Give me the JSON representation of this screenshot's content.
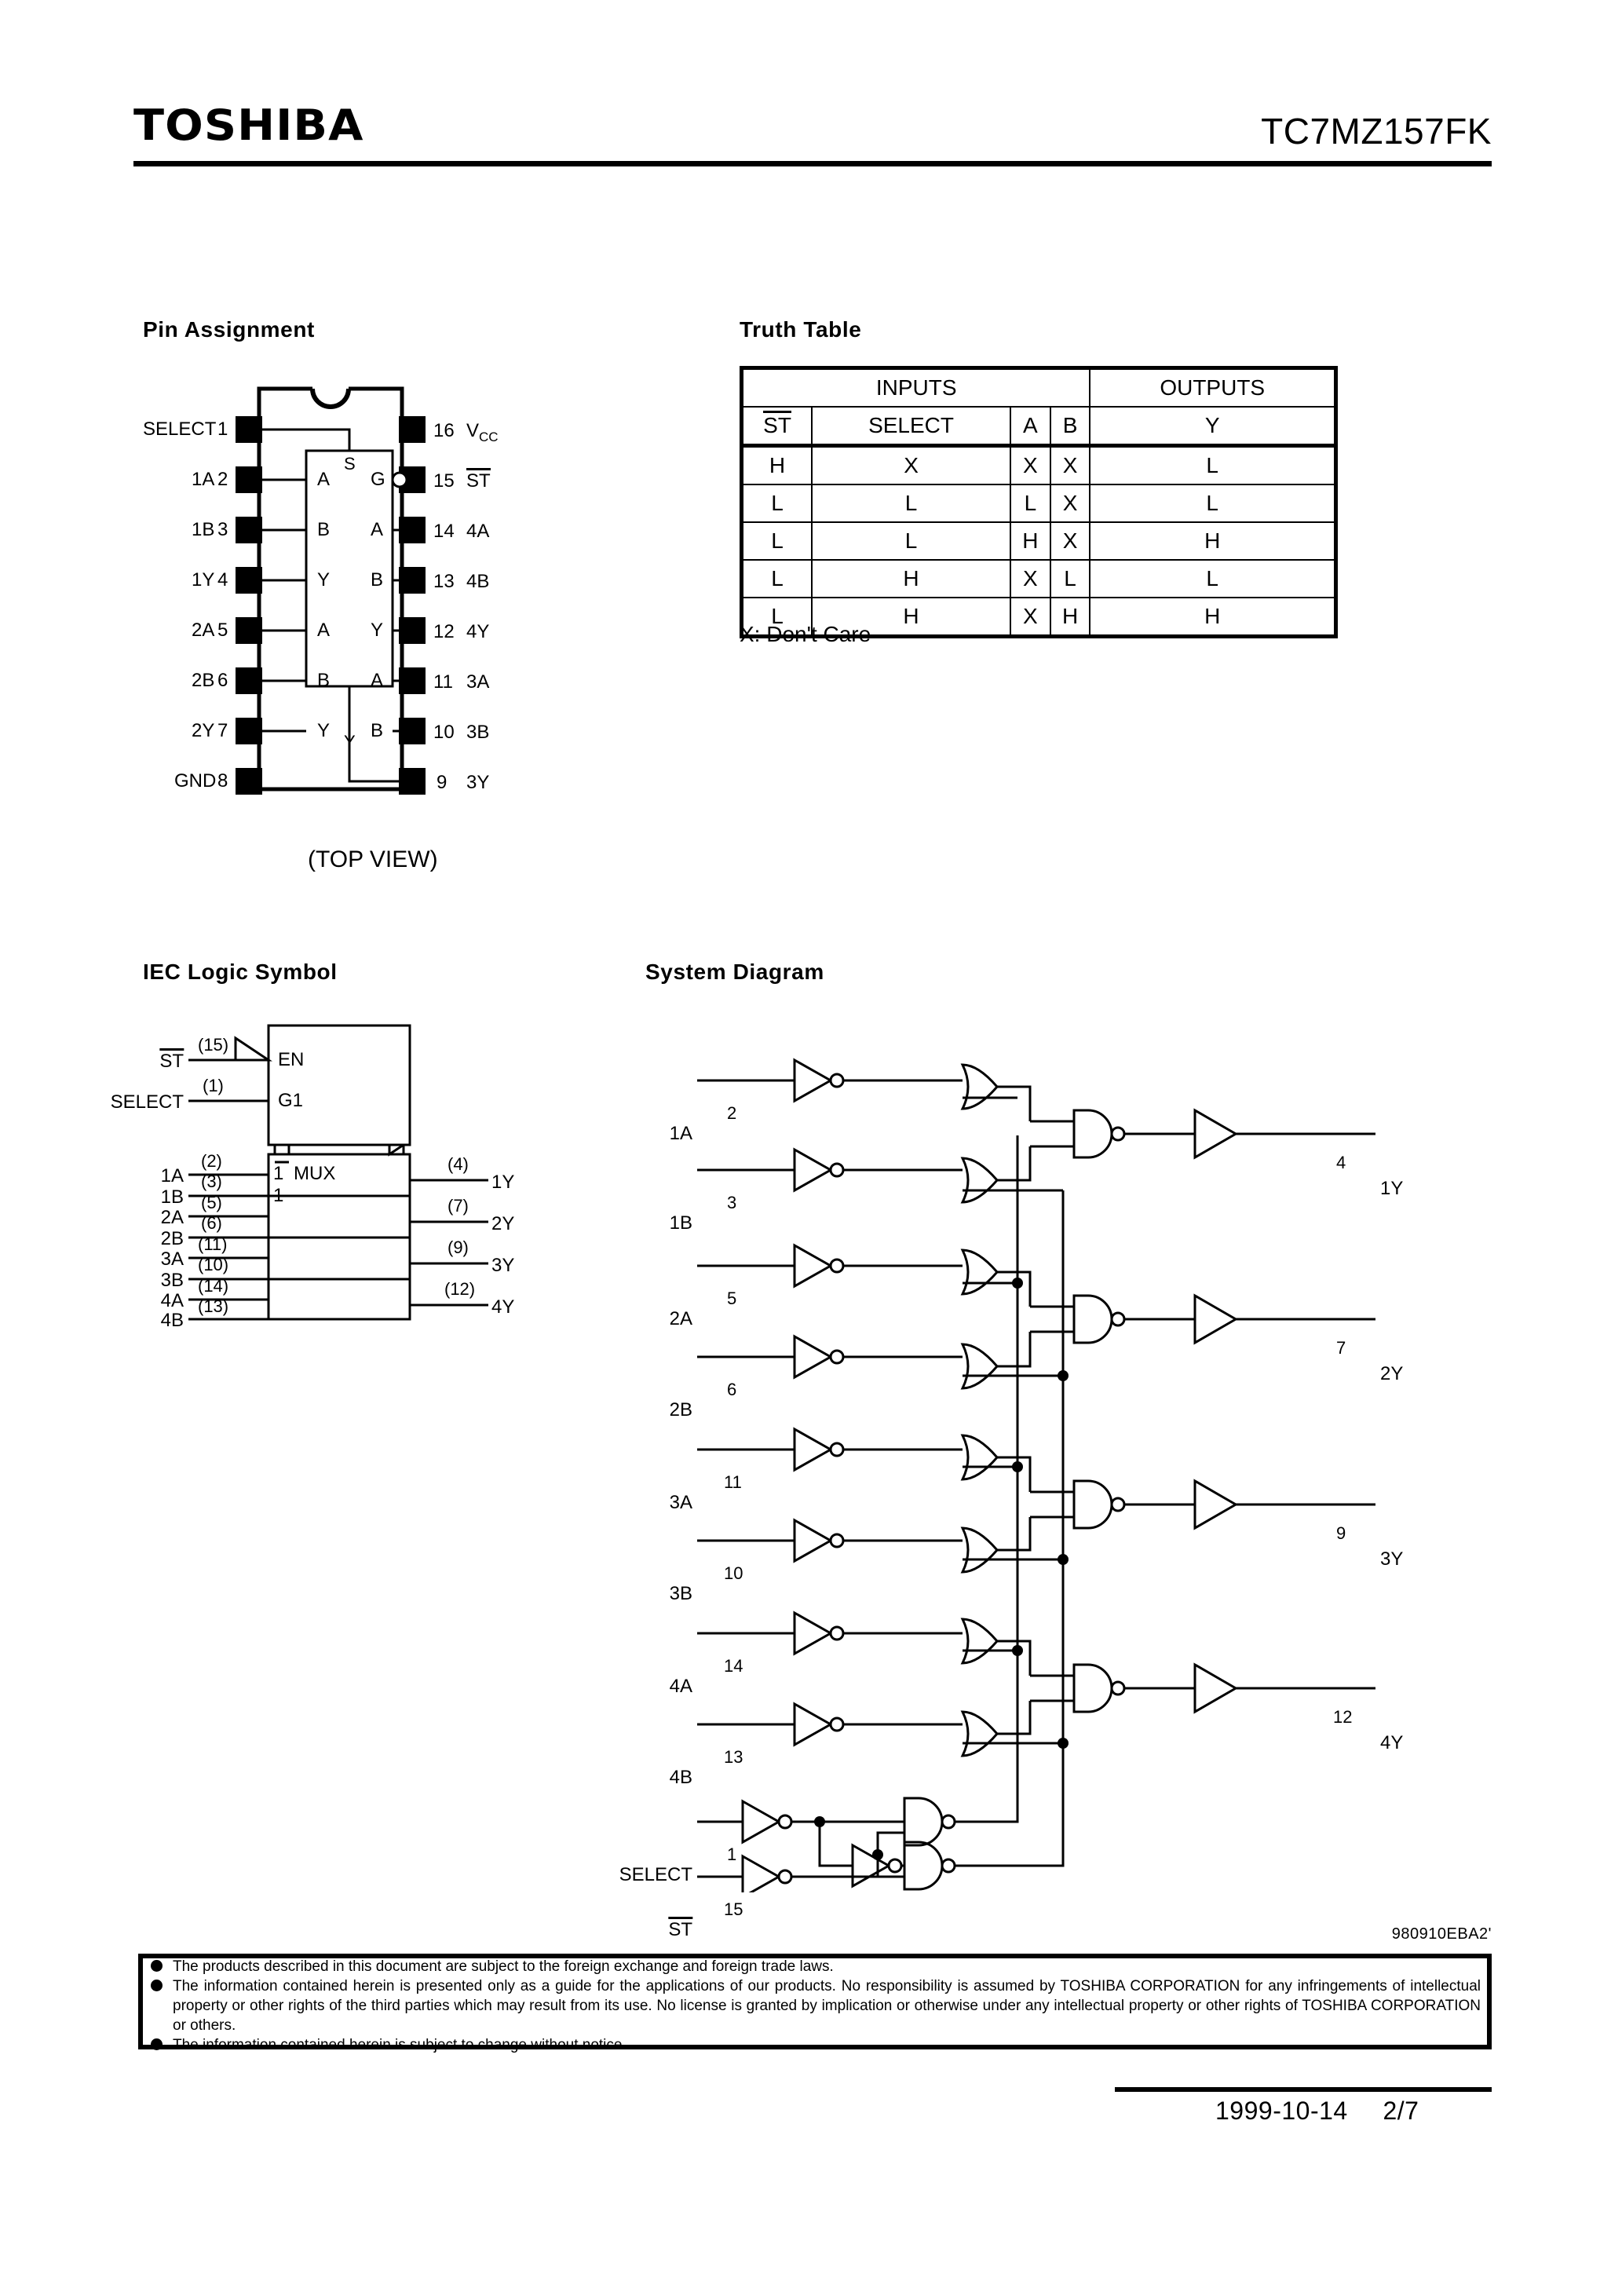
{
  "header": {
    "logo": "TOSHIBA",
    "part_number": "TC7MZ157FK"
  },
  "sections": {
    "pin_assignment": "Pin Assignment",
    "truth_table": "Truth Table",
    "iec_logic_symbol": "IEC Logic Symbol",
    "system_diagram": "System Diagram"
  },
  "pin_assignment": {
    "view_label": "(TOP VIEW)",
    "left_pins": [
      {
        "num": "1",
        "name": "SELECT"
      },
      {
        "num": "2",
        "name": "1A"
      },
      {
        "num": "3",
        "name": "1B"
      },
      {
        "num": "4",
        "name": "1Y"
      },
      {
        "num": "5",
        "name": "2A"
      },
      {
        "num": "6",
        "name": "2B"
      },
      {
        "num": "7",
        "name": "2Y"
      },
      {
        "num": "8",
        "name": "GND"
      }
    ],
    "right_pins": [
      {
        "num": "16",
        "name": "VCC",
        "sub": "CC",
        "base": "V"
      },
      {
        "num": "15",
        "name": "ST",
        "overbar": true
      },
      {
        "num": "14",
        "name": "4A"
      },
      {
        "num": "13",
        "name": "4B"
      },
      {
        "num": "12",
        "name": "4Y"
      },
      {
        "num": "11",
        "name": "3A"
      },
      {
        "num": "10",
        "name": "3B"
      },
      {
        "num": "9",
        "name": "3Y"
      }
    ],
    "inner_labels": {
      "s": "S",
      "g": "G",
      "y": "Y",
      "left_col": [
        "A",
        "B",
        "Y",
        "A",
        "B",
        "Y"
      ],
      "right_col": [
        "A",
        "B",
        "Y",
        "A",
        "B"
      ]
    }
  },
  "truth_table": {
    "group_headers": [
      "INPUTS",
      "OUTPUTS"
    ],
    "columns": [
      "ST",
      "SELECT",
      "A",
      "B",
      "Y"
    ],
    "st_overbar": true,
    "rows": [
      [
        "H",
        "X",
        "X",
        "X",
        "L"
      ],
      [
        "L",
        "L",
        "L",
        "X",
        "L"
      ],
      [
        "L",
        "L",
        "H",
        "X",
        "H"
      ],
      [
        "L",
        "H",
        "X",
        "L",
        "L"
      ],
      [
        "L",
        "H",
        "X",
        "H",
        "H"
      ]
    ],
    "note": "X: Don't Care"
  },
  "iec_symbol": {
    "control_inputs": [
      {
        "signal": "ST",
        "overbar": true,
        "pin": "(15)",
        "port": "EN"
      },
      {
        "signal": "SELECT",
        "overbar": false,
        "pin": "(1)",
        "port": "G1"
      }
    ],
    "mux_title": "MUX",
    "mux_marker_top": "1",
    "mux_marker_bottom": "1",
    "inputs": [
      {
        "signal": "1A",
        "pin": "(2)"
      },
      {
        "signal": "1B",
        "pin": "(3)"
      },
      {
        "signal": "2A",
        "pin": "(5)"
      },
      {
        "signal": "2B",
        "pin": "(6)"
      },
      {
        "signal": "3A",
        "pin": "(11)"
      },
      {
        "signal": "3B",
        "pin": "(10)"
      },
      {
        "signal": "4A",
        "pin": "(14)"
      },
      {
        "signal": "4B",
        "pin": "(13)"
      }
    ],
    "outputs": [
      {
        "signal": "1Y",
        "pin": "(4)"
      },
      {
        "signal": "2Y",
        "pin": "(7)"
      },
      {
        "signal": "3Y",
        "pin": "(9)"
      },
      {
        "signal": "4Y",
        "pin": "(12)"
      }
    ]
  },
  "system_diagram": {
    "channels": [
      {
        "a": {
          "signal": "1A",
          "pin": "2"
        },
        "b": {
          "signal": "1B",
          "pin": "3"
        },
        "y": {
          "signal": "1Y",
          "pin": "4"
        }
      },
      {
        "a": {
          "signal": "2A",
          "pin": "5"
        },
        "b": {
          "signal": "2B",
          "pin": "6"
        },
        "y": {
          "signal": "2Y",
          "pin": "7"
        }
      },
      {
        "a": {
          "signal": "3A",
          "pin": "11"
        },
        "b": {
          "signal": "3B",
          "pin": "10"
        },
        "y": {
          "signal": "3Y",
          "pin": "9"
        }
      },
      {
        "a": {
          "signal": "4A",
          "pin": "14"
        },
        "b": {
          "signal": "4B",
          "pin": "13"
        },
        "y": {
          "signal": "4Y",
          "pin": "12"
        }
      }
    ],
    "control": [
      {
        "signal": "SELECT",
        "pin": "1",
        "overbar": false
      },
      {
        "signal": "ST",
        "pin": "15",
        "overbar": true
      }
    ]
  },
  "footer": {
    "doc_code": "980910EBA2'",
    "notes": [
      "The products described in this document are subject to the foreign exchange and foreign trade laws.",
      "The information contained herein is presented only as a guide for the applications of our products. No responsibility is assumed by TOSHIBA CORPORATION for any infringements of intellectual property or other rights of the third parties which may result from its use. No license is granted by implication or otherwise under any intellectual property or other rights of TOSHIBA CORPORATION or others.",
      "The information contained herein is subject to change without notice."
    ],
    "date": "1999-10-14",
    "page": "2/7"
  }
}
